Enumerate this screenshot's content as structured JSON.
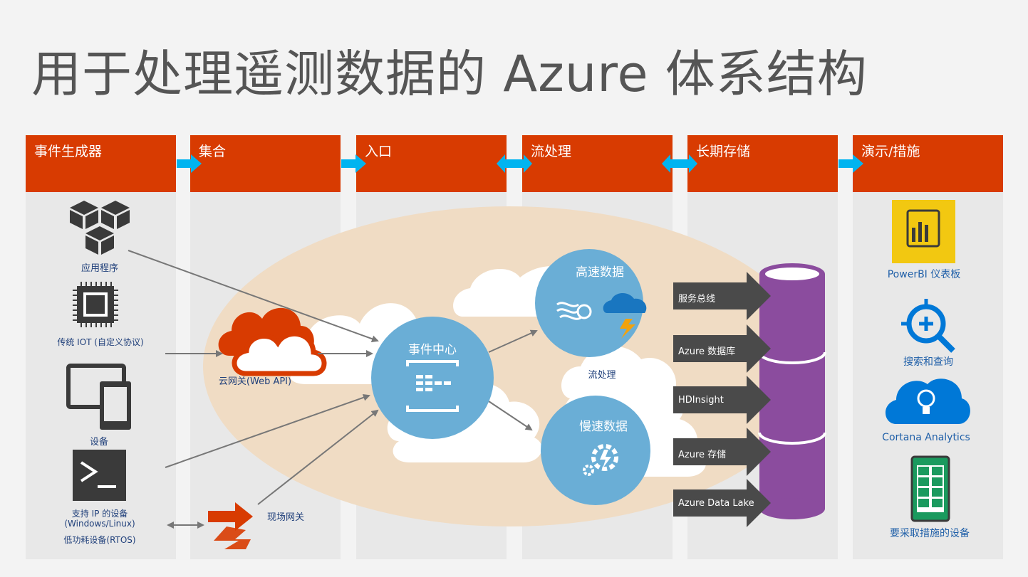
{
  "title": "用于处理遥测数据的 Azure 体系结构",
  "columns": [
    {
      "label": "事件生成器"
    },
    {
      "label": "集合"
    },
    {
      "label": "入口"
    },
    {
      "label": "流处理"
    },
    {
      "label": "长期存储"
    },
    {
      "label": "演示/措施"
    }
  ],
  "producers": {
    "apps": "应用程序",
    "iot": "传统 IOT (自定义协议)",
    "devices": "设备",
    "ip_devices_1": "支持 IP 的设备",
    "ip_devices_2": "(Windows/Linux)",
    "low_power": "低功耗设备(RTOS)"
  },
  "collection": {
    "cloud_gateway": "云网关(Web API)",
    "field_gateway": "现场网关"
  },
  "ingest": {
    "event_hub": "事件中心"
  },
  "stream": {
    "hot": "高速数据",
    "cold": "慢速数据",
    "label": "流处理"
  },
  "storage": [
    "服务总线",
    "Azure 数据库",
    "HDInsight",
    "Azure 存储",
    "Azure Data Lake"
  ],
  "presentation": {
    "powerbi": "PowerBI 仪表板",
    "search": "搜索和查询",
    "cortana": "Cortana Analytics",
    "action": "要采取措施的设备"
  },
  "colors": {
    "header": "#d83b01",
    "column_bg": "#e8e8e8",
    "ellipse": "#f0dcc4",
    "circle": "#6aaed6",
    "cylinder": "#8b4c9e",
    "arrow": "#4a4a4a",
    "connector": "#00b4f0",
    "powerbi": "#f2c811",
    "azure_blue": "#0078d7"
  }
}
